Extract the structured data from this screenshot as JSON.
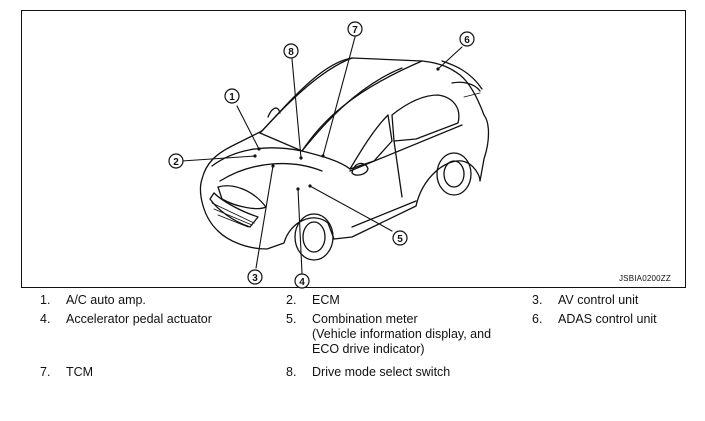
{
  "figure_code": "JSBIA0200ZZ",
  "callouts": [
    "1",
    "2",
    "3",
    "4",
    "5",
    "6",
    "7",
    "8"
  ],
  "legend": [
    {
      "num": "1.",
      "label": "A/C auto amp.",
      "lines": []
    },
    {
      "num": "2.",
      "label": "ECM",
      "lines": []
    },
    {
      "num": "3.",
      "label": "AV control unit",
      "lines": []
    },
    {
      "num": "4.",
      "label": "Accelerator pedal actuator",
      "lines": []
    },
    {
      "num": "5.",
      "label": "Combination meter",
      "lines": [
        "(Vehicle information display, and",
        "ECO drive indicator)"
      ]
    },
    {
      "num": "6.",
      "label": "ADAS  control unit",
      "lines": []
    },
    {
      "num": "7.",
      "label": "TCM",
      "lines": []
    },
    {
      "num": "8.",
      "label": "Drive mode select switch",
      "lines": []
    }
  ]
}
